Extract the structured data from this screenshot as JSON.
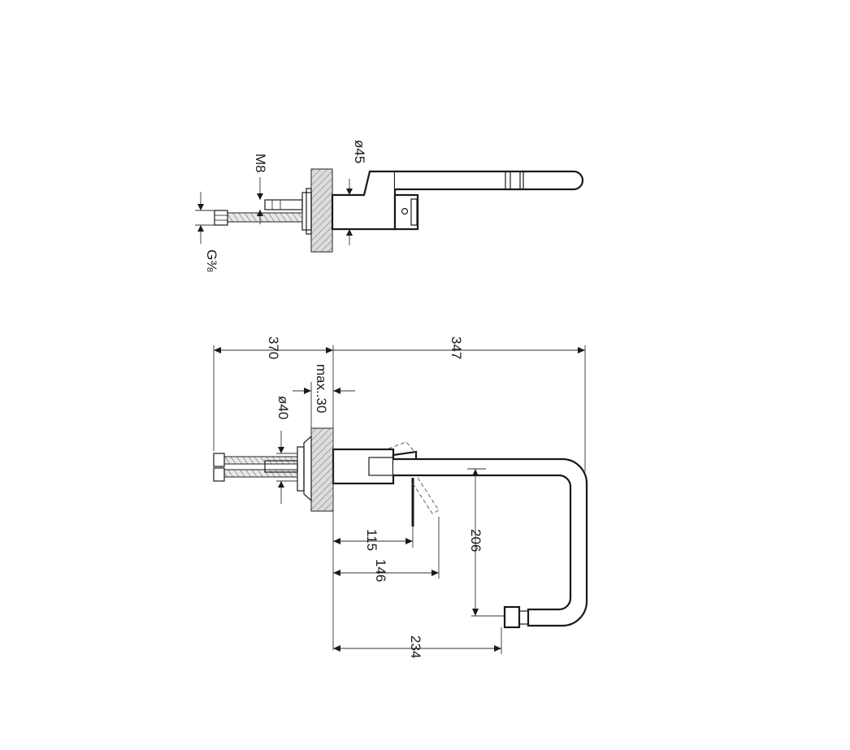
{
  "top_view": {
    "dim_diameter_body": "ø45",
    "dim_thread_rod": "M8",
    "dim_hose_thread": "G⅜"
  },
  "side_view": {
    "dim_hose_length": "370",
    "dim_total_length": "347",
    "dim_max_wall": "max..30",
    "dim_diameter_hole": "ø40",
    "dim_lever_115": "115",
    "dim_lever_146": "146",
    "dim_spout_height": "206",
    "dim_spout_reach": "234"
  }
}
